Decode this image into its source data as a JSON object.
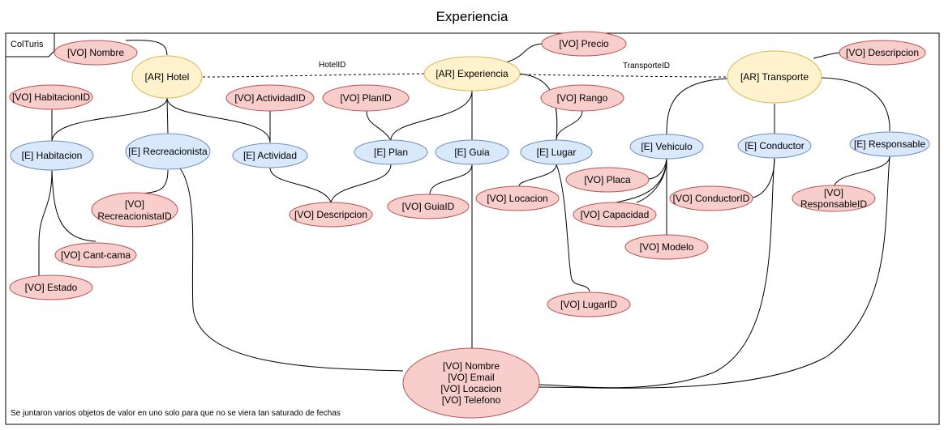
{
  "diagram": {
    "title": "Experiencia",
    "frame_label": "ColTuris",
    "note": "Se juntaron varios objetos de valor en uno solo para que no se viera tan saturado de fechas",
    "colors": {
      "aggregate_fill": "#fff2cc",
      "aggregate_stroke": "#d6b656",
      "entity_fill": "#dae8fc",
      "entity_stroke": "#6c8ebf",
      "value_fill": "#f8cecc",
      "value_stroke": "#b85450"
    },
    "nodes": {
      "vo_nombre": "[VO] Nombre",
      "ar_hotel": "[AR] Hotel",
      "vo_precio": "[VO] Precio",
      "ar_experiencia": "[AR] Experiencia",
      "ar_transporte": "[AR] Transporte",
      "vo_descripcion_tr": "[VO] Descripcion",
      "vo_habitacionid": "[VO] HabitacionID",
      "vo_actividadid": "[VO] ActividadID",
      "vo_planid": "[VO] PlanID",
      "vo_rango": "[VO] Rango",
      "e_habitacion": "[E] Habitacion",
      "e_recreacionista": "[E] Recreacionista",
      "e_actividad": "[E] Actividad",
      "e_plan": "[E] Plan",
      "e_guia": "[E] Guia",
      "e_lugar": "[E] Lugar",
      "e_vehiculo": "[E] Vehiculo",
      "e_conductor": "[E] Conductor",
      "e_responsable": "[E] Responsable",
      "vo_placa": "[VO] Placa",
      "vo_recreacionistaid_1": "[VO]",
      "vo_recreacionistaid_2": "RecreacionistaID",
      "vo_locacion": "[VO] Locacion",
      "vo_guiaid": "[VO] GuiaID",
      "vo_conductorid": "[VO] ConductorID",
      "vo_responsableid_1": "[VO]",
      "vo_responsableid_2": "ResponsableID",
      "vo_descripcion": "[VO] Descripcion",
      "vo_capacidad": "[VO] Capacidad",
      "vo_cantcama": "[VO] Cant-cama",
      "vo_modelo": "[VO] Modelo",
      "vo_estado": "[VO] Estado",
      "vo_lugarid": "[VO] LugarID",
      "vo_combined_1": "[VO] Nombre",
      "vo_combined_2": "[VO] Email",
      "vo_combined_3": "[VO] Locacion",
      "vo_combined_4": "[VO] Telefono"
    },
    "edge_labels": {
      "hotel_experiencia": "HotelID",
      "experiencia_transporte": "TransporteID"
    }
  }
}
